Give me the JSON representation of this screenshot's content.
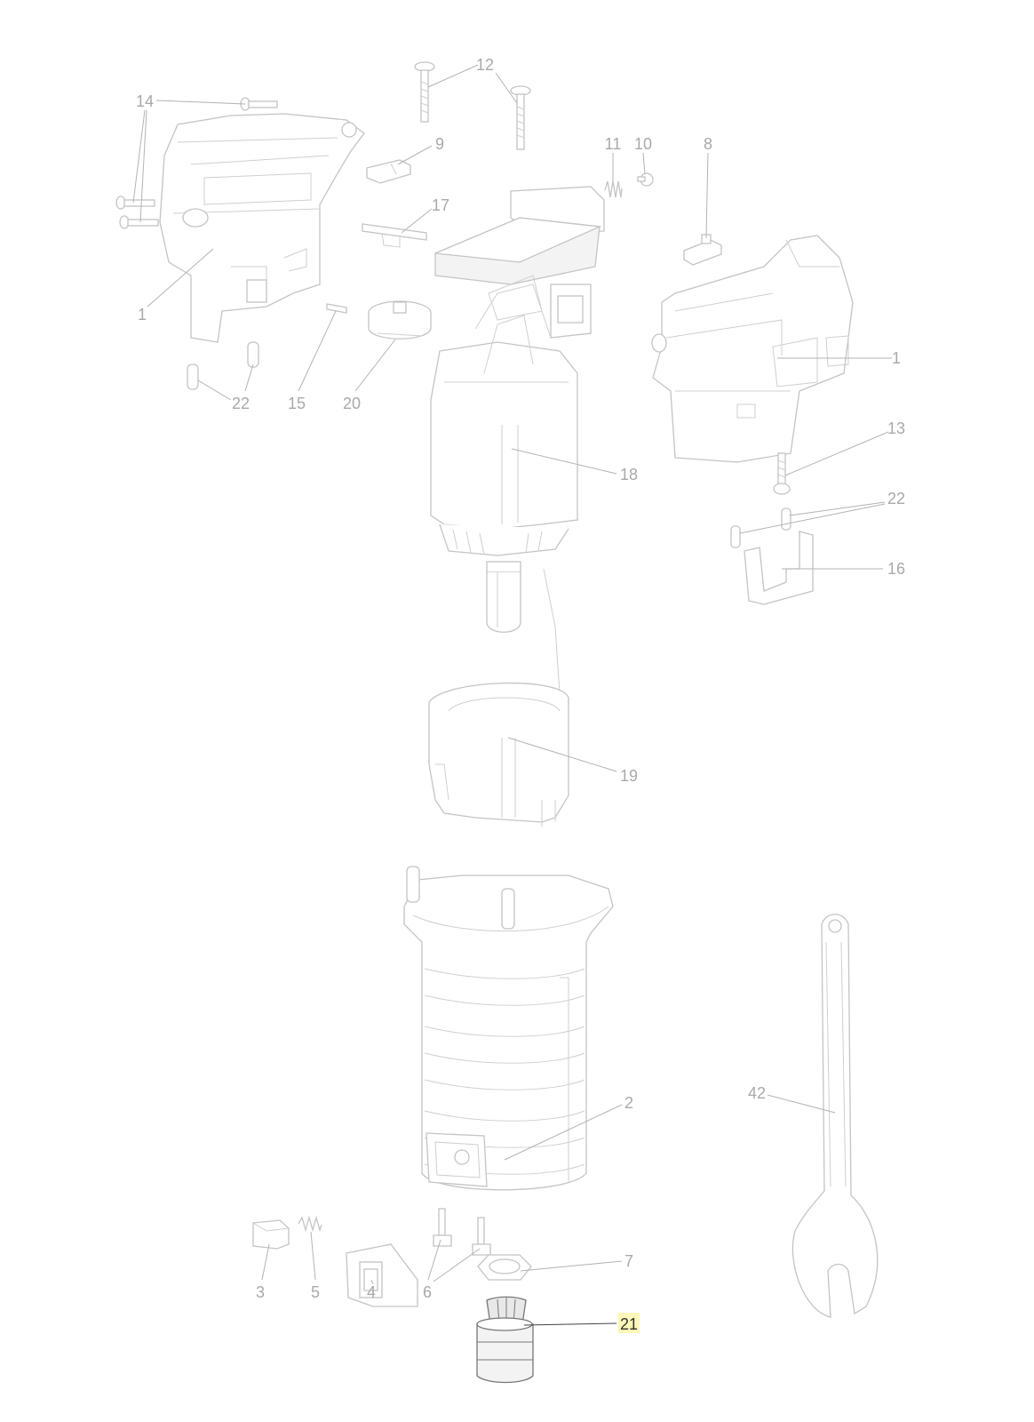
{
  "callouts": [
    {
      "id": "c12",
      "text": "12"
    },
    {
      "id": "c14",
      "text": "14"
    },
    {
      "id": "c9",
      "text": "9"
    },
    {
      "id": "c11",
      "text": "11"
    },
    {
      "id": "c10",
      "text": "10"
    },
    {
      "id": "c8",
      "text": "8"
    },
    {
      "id": "c17",
      "text": "17"
    },
    {
      "id": "c1a",
      "text": "1"
    },
    {
      "id": "c1b",
      "text": "1"
    },
    {
      "id": "c22a",
      "text": "22"
    },
    {
      "id": "c15",
      "text": "15"
    },
    {
      "id": "c20",
      "text": "20"
    },
    {
      "id": "c13",
      "text": "13"
    },
    {
      "id": "c18",
      "text": "18"
    },
    {
      "id": "c22b",
      "text": "22"
    },
    {
      "id": "c16",
      "text": "16"
    },
    {
      "id": "c19",
      "text": "19"
    },
    {
      "id": "c2",
      "text": "2"
    },
    {
      "id": "c42",
      "text": "42"
    },
    {
      "id": "c7",
      "text": "7"
    },
    {
      "id": "c3",
      "text": "3"
    },
    {
      "id": "c5",
      "text": "5"
    },
    {
      "id": "c4",
      "text": "4"
    },
    {
      "id": "c6",
      "text": "6"
    },
    {
      "id": "c21",
      "text": "21",
      "highlighted": true
    }
  ],
  "colors": {
    "line_art": "#c4c4c4",
    "callout_text": "#a9a9a9",
    "highlight_background": "#fff7b8",
    "highlight_text": "#333333"
  }
}
